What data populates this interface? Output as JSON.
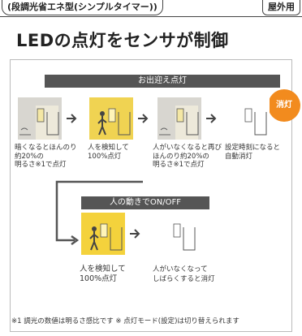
{
  "header": {
    "left_label": "(段調光省エネ型(シンプルタイマー))",
    "right_label": "屋外用"
  },
  "title": "LEDの点灯をセンサが制御",
  "section1": {
    "band_label": "お出迎え点灯",
    "badge_label": "消灯",
    "steps": [
      {
        "caption": "暗くなるとほんのり\n約20%の\n明るさ※1で点灯"
      },
      {
        "caption": "人を検知して\n100%点灯"
      },
      {
        "caption": "人がいなくなると再び\nほんのり約20%の\n明るさ※1で点灯"
      },
      {
        "caption": "設定時刻になると\n自動消灯"
      }
    ]
  },
  "section2": {
    "band_label": "人の動きでON/OFF",
    "steps": [
      {
        "caption": "人を検知して\n100%点灯"
      },
      {
        "caption": "人がいなくなって\nしばらくすると消灯"
      }
    ]
  },
  "footnote": "※1 調光の数値は明るさ感比です ※ 点灯モード(設定)は切り替えられます",
  "colors": {
    "accent": "#f28b1e",
    "band": "#555555",
    "panel_bg": "#d8d6d0",
    "lit": "#f4d23c"
  },
  "icons": {
    "arrow": "right-arrow-icon",
    "lamp": "wall-lamp-icon",
    "person": "person-icon",
    "door": "door-icon"
  }
}
